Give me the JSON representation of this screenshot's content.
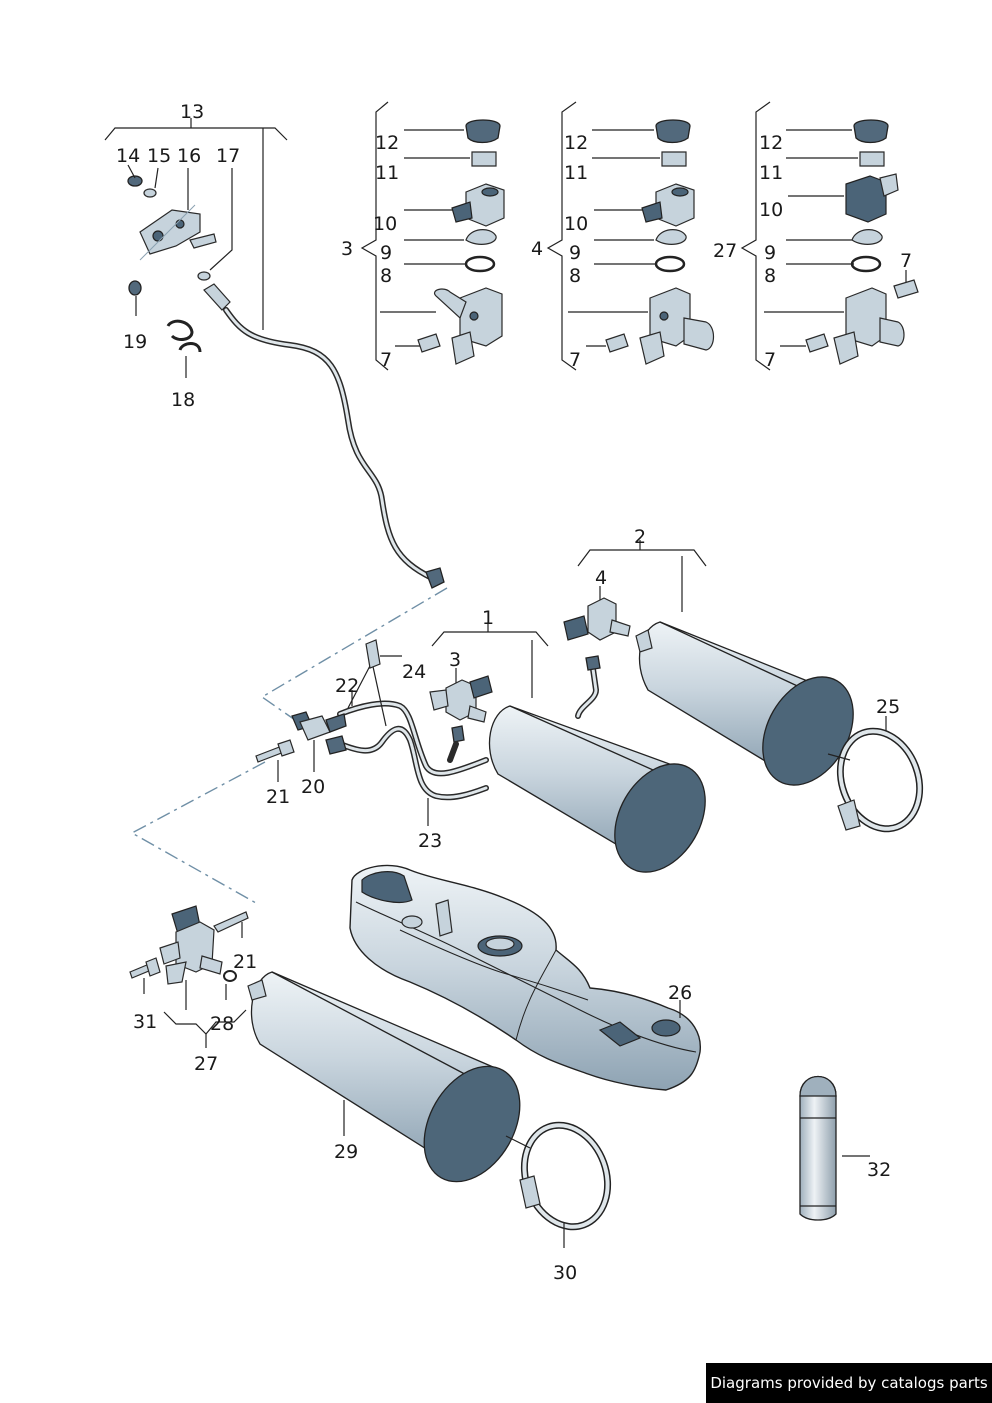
{
  "labels": {
    "l1": "1",
    "l2": "2",
    "l3a": "3",
    "l3b": "3",
    "l4a": "4",
    "l4b": "4",
    "l7a": "7",
    "l7b": "7",
    "l7c": "7",
    "l7d": "7",
    "l8a": "8",
    "l8b": "8",
    "l8c": "8",
    "l9a": "9",
    "l9b": "9",
    "l9c": "9",
    "l10a": "10",
    "l10b": "10",
    "l10c": "10",
    "l11a": "11",
    "l11b": "11",
    "l11c": "11",
    "l12a": "12",
    "l12b": "12",
    "l12c": "12",
    "l13": "13",
    "l14": "14",
    "l15": "15",
    "l16": "16",
    "l17": "17",
    "l18": "18",
    "l19": "19",
    "l20": "20",
    "l21a": "21",
    "l21b": "21",
    "l22": "22",
    "l23": "23",
    "l24": "24",
    "l25": "25",
    "l26": "26",
    "l27a": "27",
    "l27b": "27",
    "l28": "28",
    "l29": "29",
    "l30": "30",
    "l31": "31",
    "l32": "32"
  },
  "footer": {
    "credit": "Diagrams provided by catalogs parts"
  },
  "colors": {
    "tank": "#c9d5de",
    "tank_end": "#4d6679",
    "outline": "#222222",
    "footer_bg": "#000000"
  }
}
